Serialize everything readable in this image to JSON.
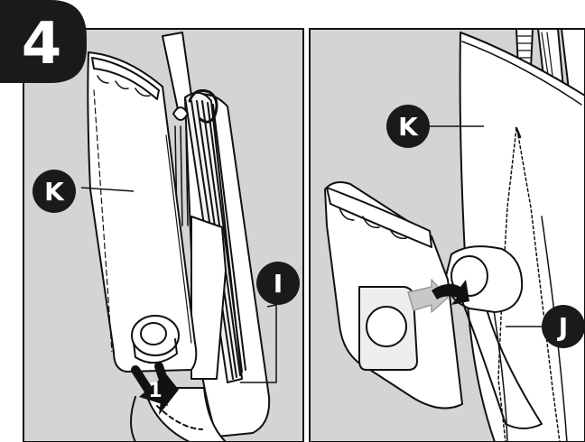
{
  "step": {
    "number": "4"
  },
  "left_panel": {
    "callouts": [
      {
        "id": "k",
        "label": "K"
      },
      {
        "id": "i",
        "label": "I"
      }
    ],
    "action": {
      "number": "1"
    }
  },
  "right_panel": {
    "callouts": [
      {
        "id": "k",
        "label": "K"
      },
      {
        "id": "j",
        "label": "J"
      }
    ]
  },
  "colors": {
    "panel_bg": "#d4d4d4",
    "line": "#111111",
    "paper": "#ffffff",
    "badge": "#1a1a1a"
  }
}
